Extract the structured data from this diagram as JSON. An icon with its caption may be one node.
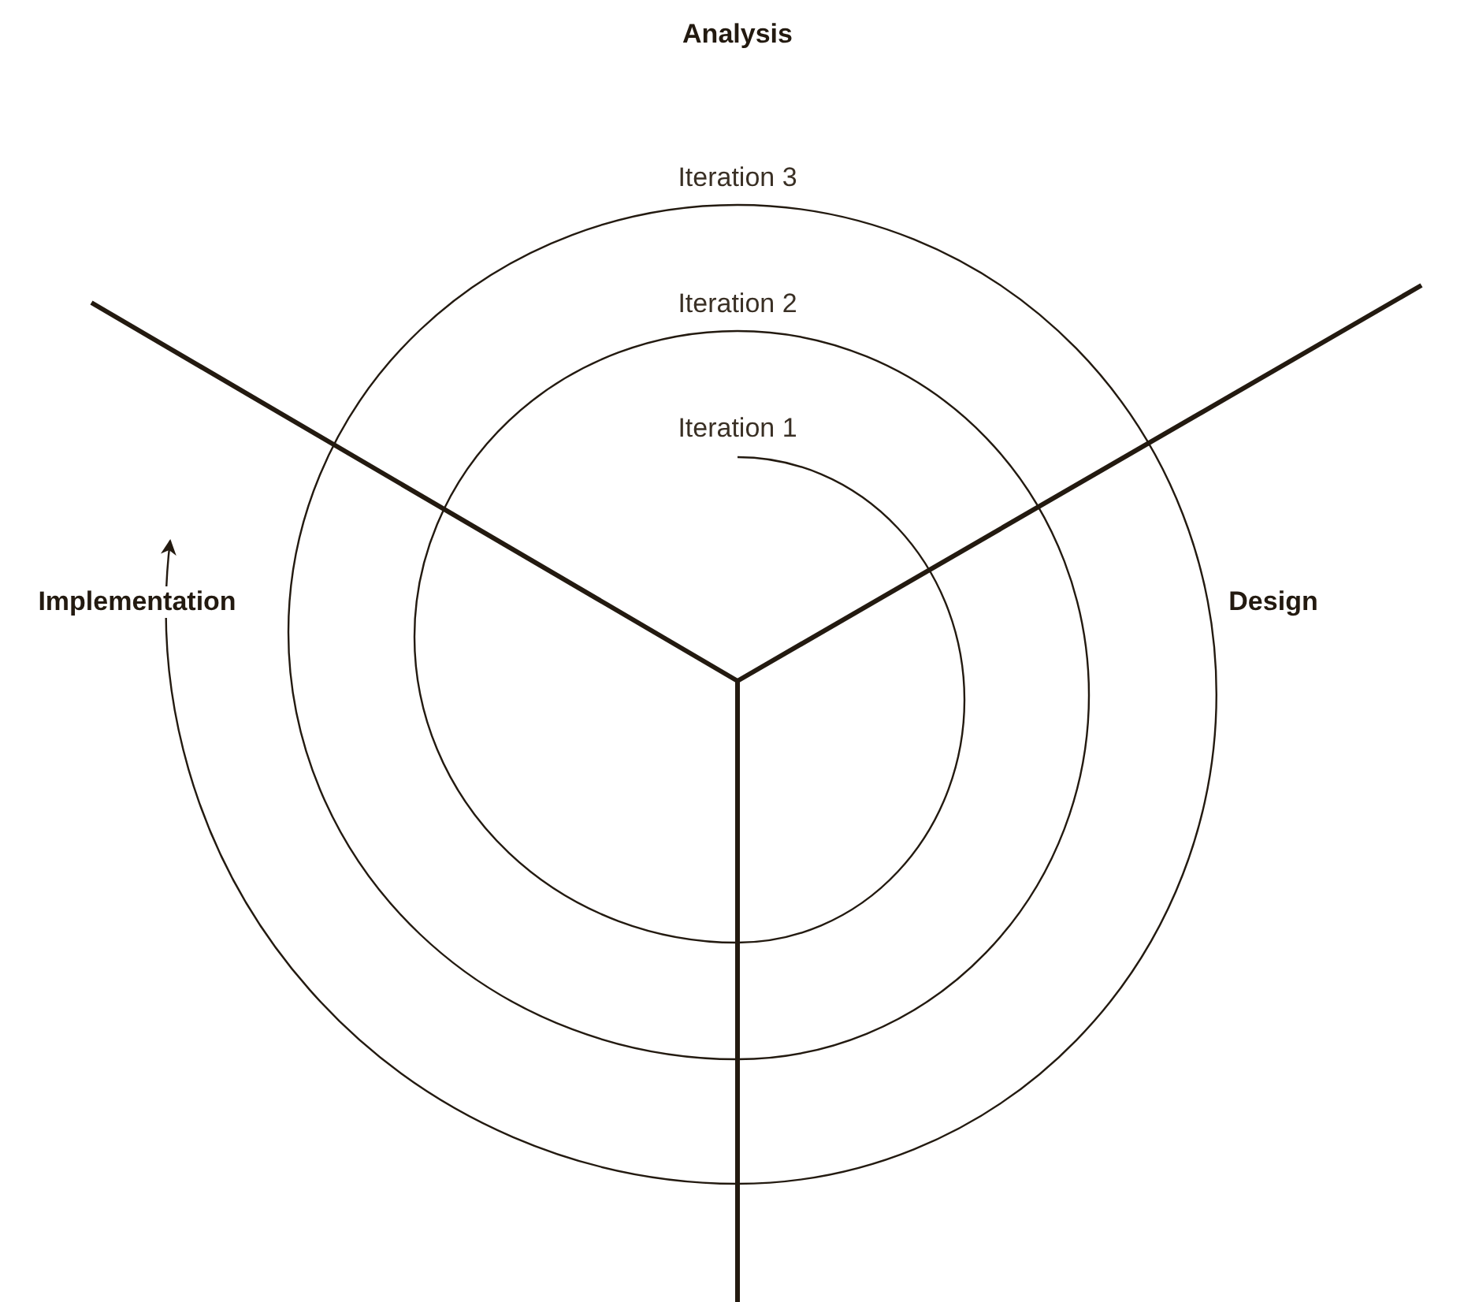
{
  "diagram": {
    "labels": [
      "Analysis",
      "Iteration 3",
      "Iteration 2",
      "Iteration 1",
      "Implementation",
      "Design"
    ]
  }
}
